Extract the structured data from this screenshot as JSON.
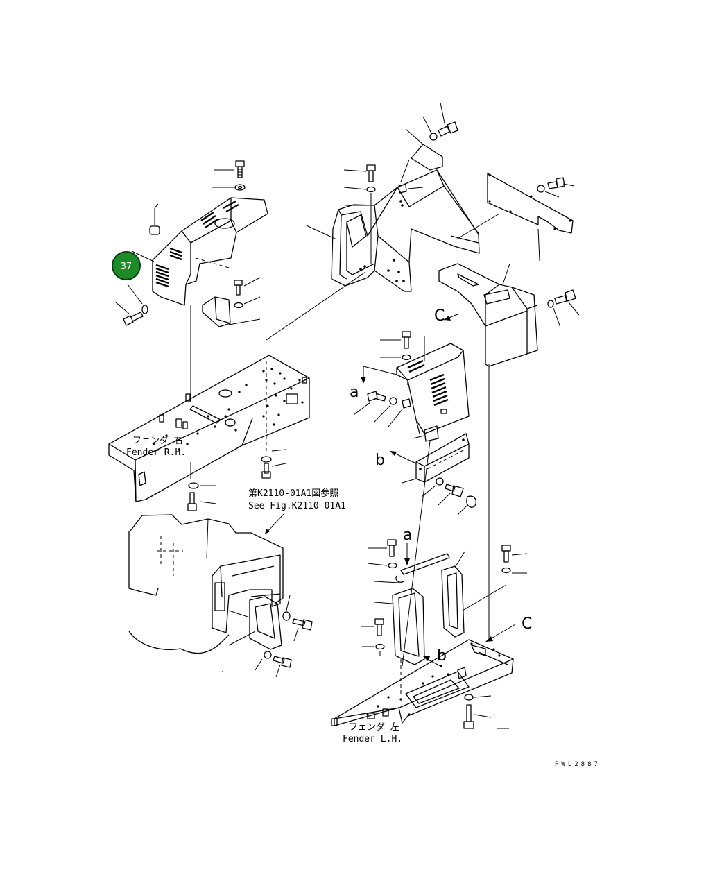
{
  "callout": {
    "label": "37",
    "color": "#1f8a2a",
    "border": "#0c3d12"
  },
  "labels": {
    "fender_rh_jp": "フェンダ 右",
    "fender_rh_en": "Fender R.H.",
    "fender_lh_jp": "フェンダ 左",
    "fender_lh_en": "Fender L.H.",
    "ref_jp": "第K2110-01A1図参照",
    "ref_en": "See Fig.K2110-01A1",
    "view_a_1": "a",
    "view_a_2": "a",
    "view_b_1": "b",
    "view_b_2": "b",
    "view_c_1": "C",
    "view_c_2": "C",
    "drawing_no": "PWL2887"
  },
  "colors": {
    "line": "#000000",
    "background": "#ffffff"
  }
}
